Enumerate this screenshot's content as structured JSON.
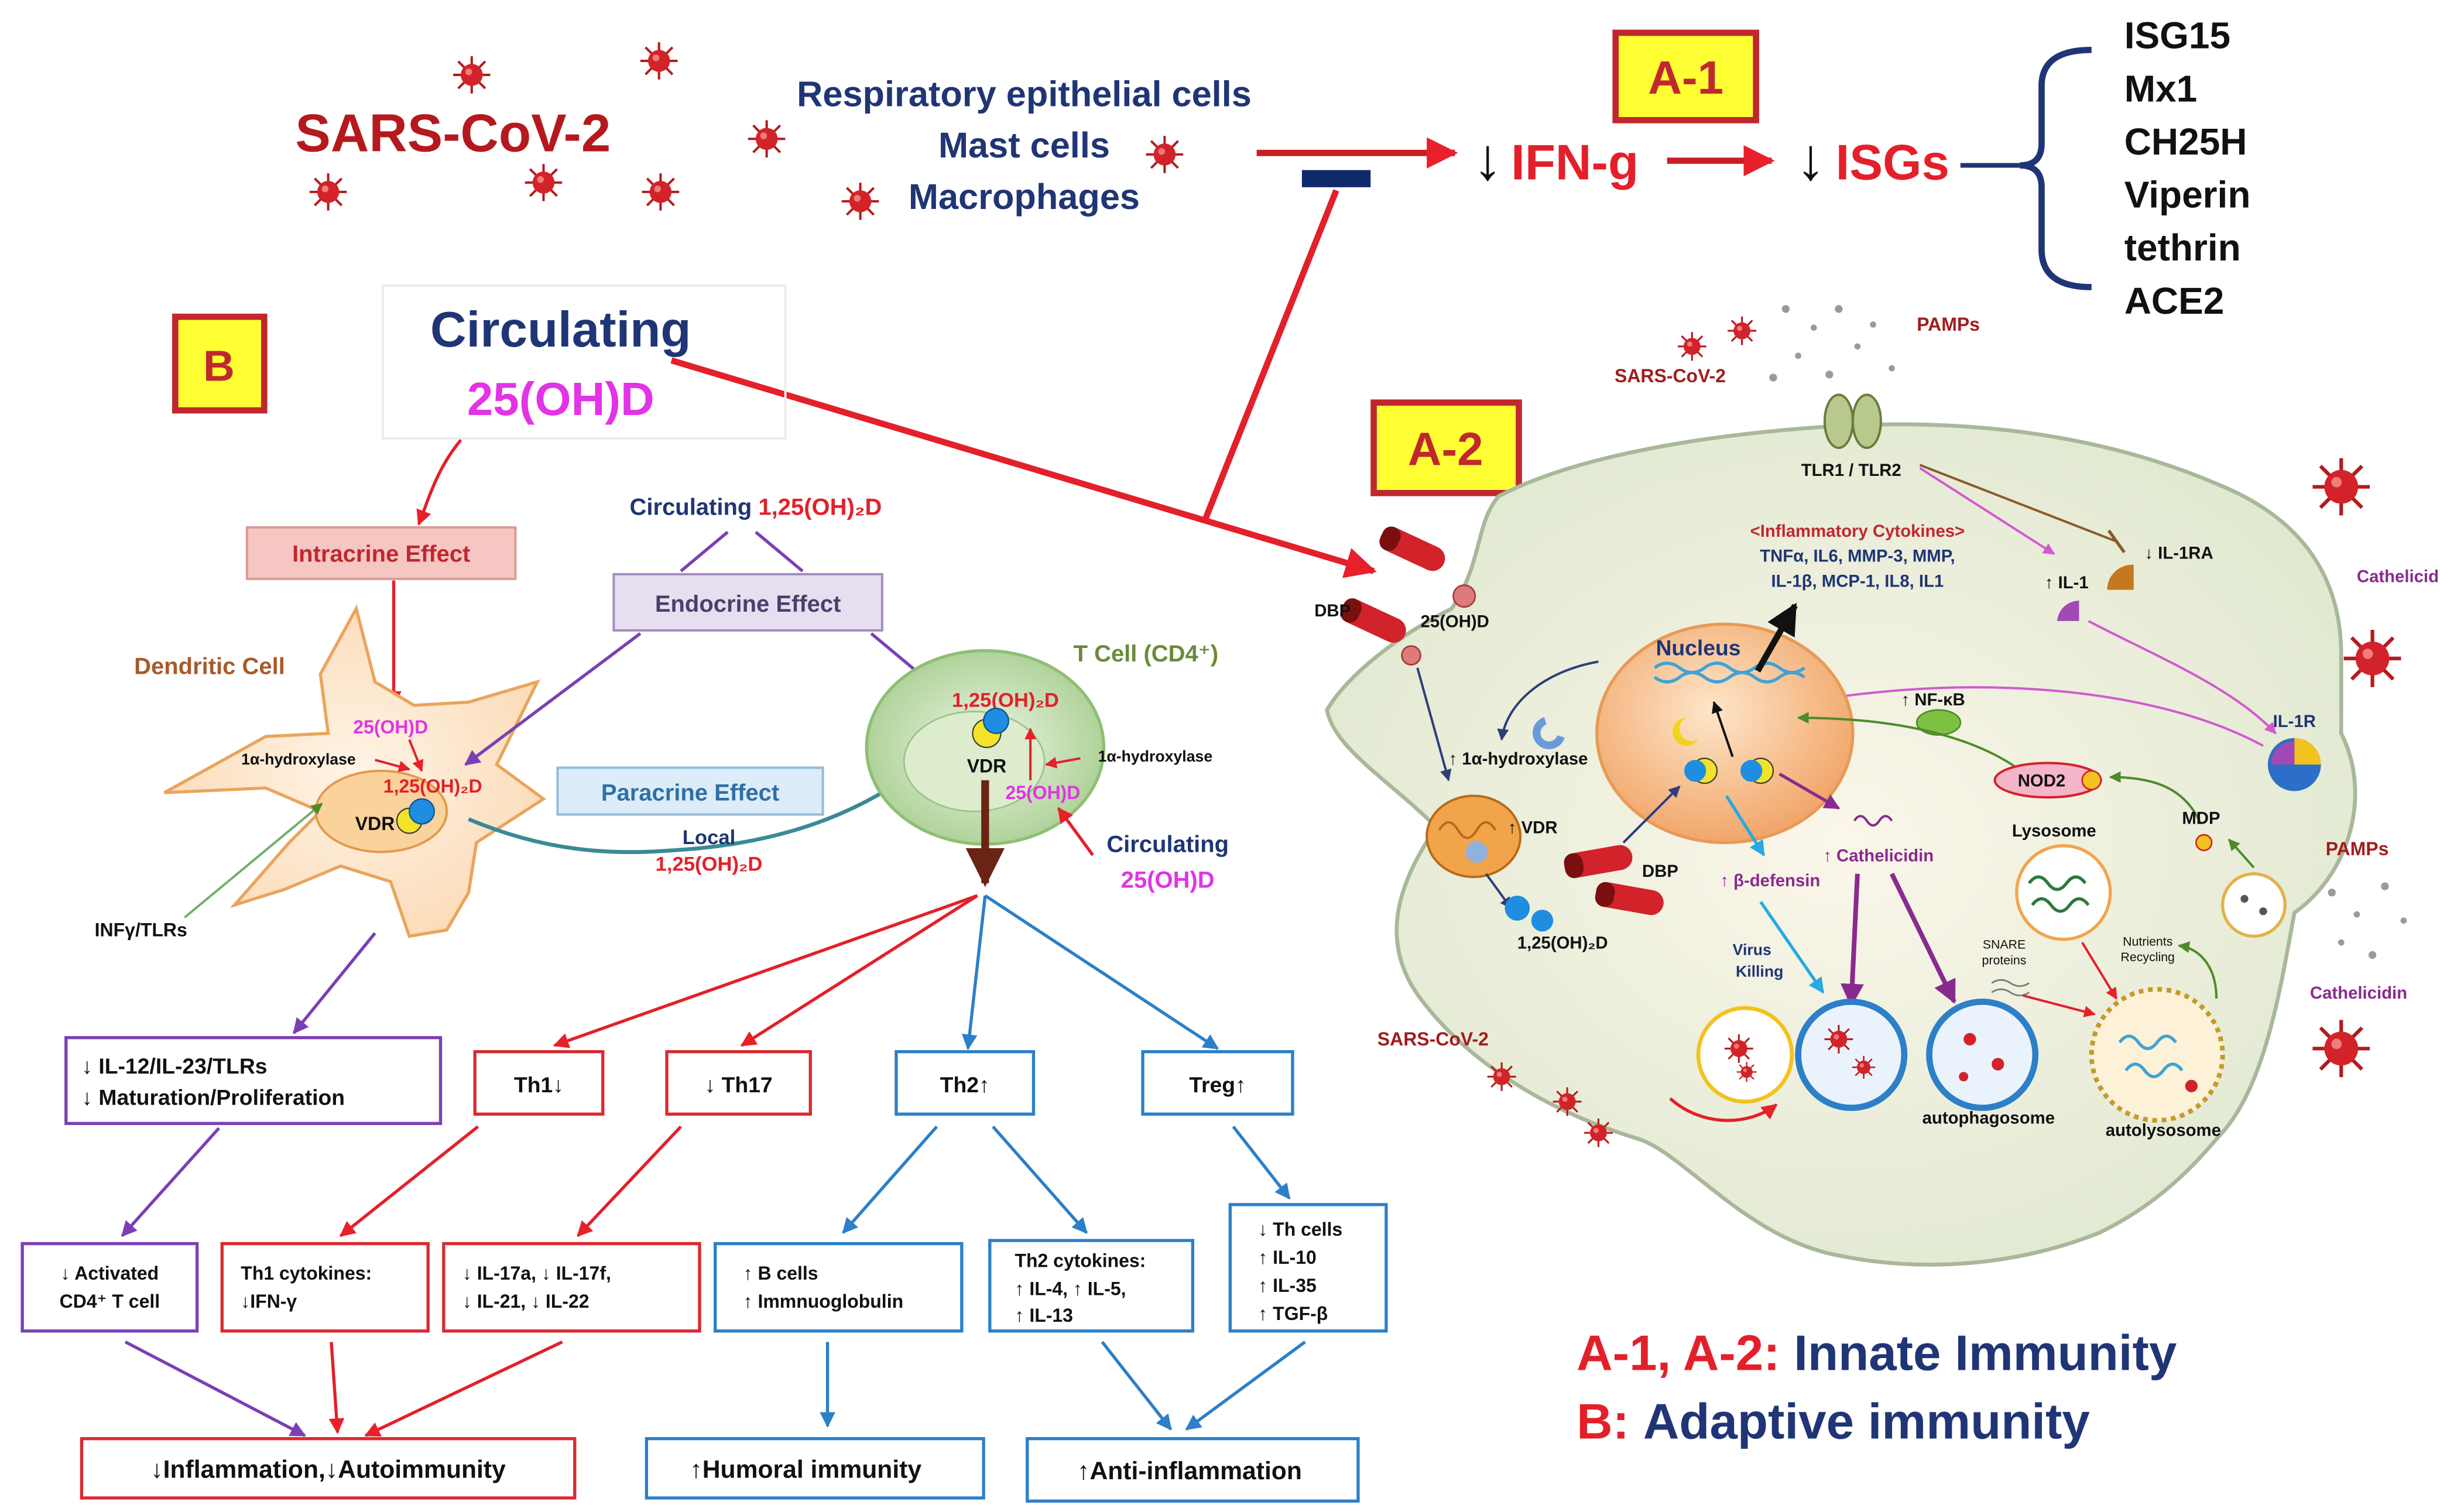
{
  "top": {
    "virus_title": "SARS-CoV-2",
    "cells": [
      "Respiratory epithelial cells",
      "Mast cells",
      "Macrophages"
    ],
    "ifn": "IFN-g",
    "isgs": "ISGs",
    "isg_list": [
      "ISG15",
      "Mx1",
      "CH25H",
      "Viperin",
      "tethrin",
      "ACE2"
    ]
  },
  "badges": {
    "a1": "A-1",
    "a2": "A-2",
    "b": "B"
  },
  "circulating": {
    "line1": "Circulating",
    "line2": "25(OH)D"
  },
  "dendritic": {
    "title": "Dendritic Cell",
    "intracrine": "Intracrine Effect",
    "oh25d": "25(OH)D",
    "hydroxylase": "1α-hydroxylase",
    "active": "1,25(OH)₂D",
    "vdr": "VDR",
    "inf": "INFγ/TLRs"
  },
  "endocrine": {
    "circulating_prefix": "Circulating ",
    "circulating_value": "1,25(OH)₂D",
    "label": "Endocrine Effect",
    "paracrine": "Paracrine Effect",
    "local": "Local",
    "local_value": "1,25(OH)₂D"
  },
  "tcell": {
    "title": "T Cell (CD4⁺)",
    "active": "1,25(OH)₂D",
    "vdr": "VDR",
    "hydroxylase": "1α-hydroxylase",
    "oh25d": "25(OH)D",
    "circ1": "Circulating",
    "circ2": "25(OH)D"
  },
  "boxes": {
    "dc1": "↓ IL-12/IL-23/TLRs",
    "dc2": "↓ Maturation/Proliferation",
    "th1": "Th1↓",
    "th17": "↓ Th17",
    "th2": "Th2↑",
    "treg": "Treg↑",
    "act1": "↓ Activated",
    "act2": "CD4⁺ T cell",
    "th1c1": "Th1 cytokines:",
    "th1c2": "↓IFN-γ",
    "il17_1": "↓ IL-17a, ↓ IL-17f,",
    "il17_2": "↓ IL-21,  ↓ IL-22",
    "bcell1": "↑ B cells",
    "bcell2": "↑ Immnuoglobulin",
    "th2c1": "Th2 cytokines:",
    "th2c2": "↑ IL-4,  ↑ IL-5,",
    "th2c3": "↑ IL-13",
    "treg1": "↓ Th cells",
    "treg2": "↑ IL-10",
    "treg3": "↑ IL-35",
    "treg4": "↑ TGF-β",
    "out1": "↓Inflammation,↓Autoimmunity",
    "out2": "↑Humoral immunity",
    "out3": "↑Anti-inflammation"
  },
  "macrophage": {
    "pamps_top": "PAMPs",
    "sars_top": "SARS-CoV-2",
    "tlr": "TLR1 / TLR2",
    "infl_title": "<Inflammatory Cytokines>",
    "infl1": "TNFα, IL6, MMP-3, MMP,",
    "infl2": "IL-1β, MCP-1, IL8, IL1",
    "il1": "↑ IL-1",
    "il1ra": "↓ IL-1RA",
    "cath_top": "Cathelicidin",
    "dbp": "DBP",
    "oh25d": "25(OH)D",
    "nucleus": "Nucleus",
    "nfkb": "↑ NF-κB",
    "il1r": "IL-1R",
    "hydroxylase": "↑ 1α-hydroxylase",
    "vdr": "↑ VDR",
    "dbp2": "DBP",
    "active": "1,25(OH)₂D",
    "nod2": "NOD2",
    "mdp": "MDP",
    "pamps_right": "PAMPs",
    "lysosome": "Lysosome",
    "defensin": "↑ β-defensin",
    "cath_mid": "↑ Cathelicidin",
    "virus": "Virus",
    "killing": "Killing",
    "snare1": "SNARE",
    "snare2": "proteins",
    "nutr1": "Nutrients",
    "nutr2": "Recycling",
    "sars_bottom": "SARS-CoV-2",
    "autophagosome": "autophagosome",
    "autolysosome": "autolysosome",
    "cath_bottom": "Cathelicidin"
  },
  "legend": {
    "a_red": "A-1, A-2: ",
    "a_blue": "Innate Immunity",
    "b_red": "B: ",
    "b_blue": "Adaptive immunity"
  }
}
